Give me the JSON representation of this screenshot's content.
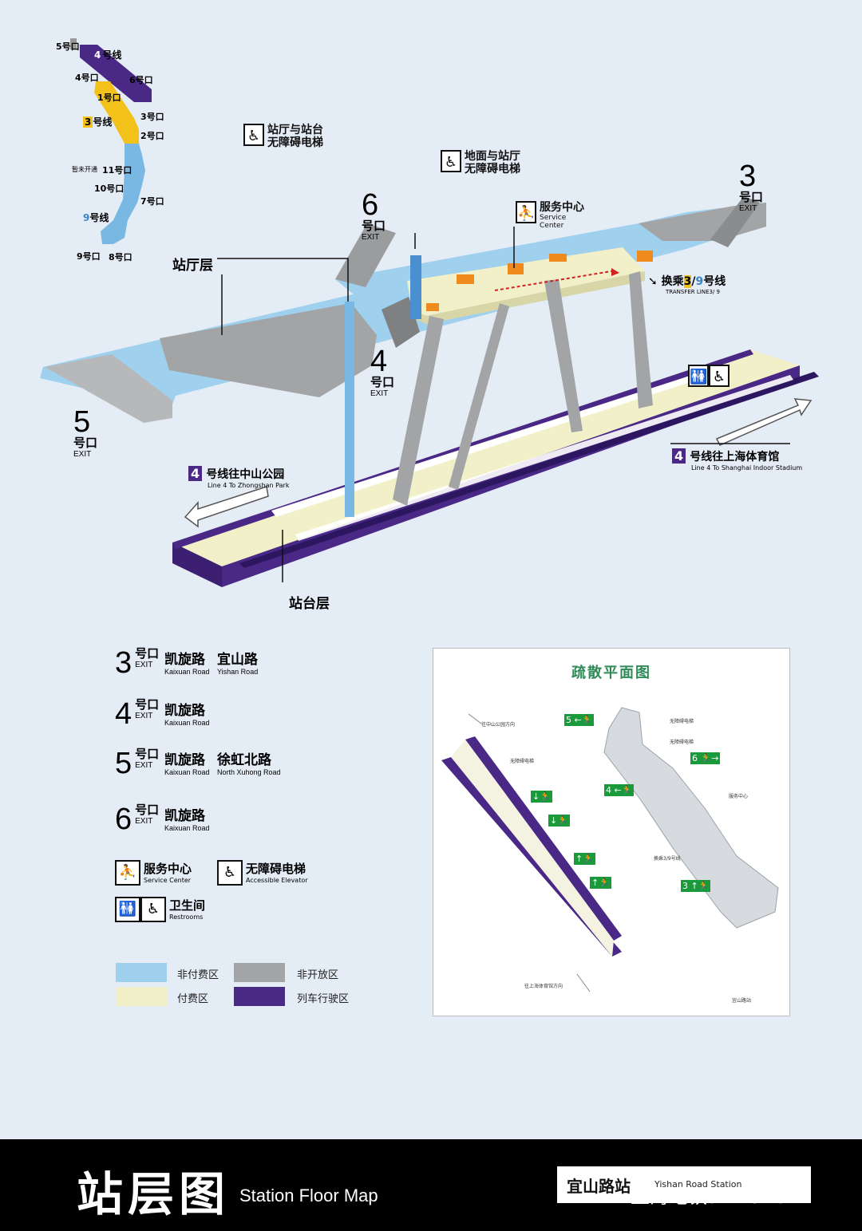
{
  "mini_map": {
    "lines": [
      {
        "num": "4",
        "label": "号线",
        "color": "#4a2886"
      },
      {
        "num": "3",
        "label": "号线",
        "color": "#f2c21a"
      },
      {
        "num": "9",
        "label": "号线",
        "color": "#7ab8e4"
      }
    ],
    "exits": [
      "5号口",
      "4号口",
      "6号口",
      "1号口",
      "3号口",
      "2号口",
      "11号口",
      "10号口",
      "7号口",
      "9号口",
      "8号口"
    ],
    "not_open": "暂未开通"
  },
  "callouts": {
    "hall_platform_elevator": "站厅与站台\n无障碍电梯",
    "ground_hall_elevator": "地面与站厅\n无障碍电梯",
    "service_center_cn": "服务中心",
    "service_center_en": "Service Center",
    "hall_level": "站厅层",
    "platform_level": "站台层",
    "transfer_cn_prefix": "换乘",
    "transfer_num_a": "3",
    "transfer_sep": "/",
    "transfer_num_b": "9",
    "transfer_cn_suffix": "号线",
    "transfer_en": "TRANSFER LINE3/ 9"
  },
  "exits3d": [
    {
      "num": "3",
      "label": "号口",
      "en": "EXIT"
    },
    {
      "num": "6",
      "label": "号口",
      "en": "EXIT"
    },
    {
      "num": "4",
      "label": "号口",
      "en": "EXIT"
    },
    {
      "num": "5",
      "label": "号口",
      "en": "EXIT"
    }
  ],
  "directions": {
    "west_num": "4",
    "west_cn": "号线往中山公园",
    "west_en": "Line 4   To Zhongshan Park",
    "east_num": "4",
    "east_cn": "号线往上海体育馆",
    "east_en": "Line 4   To Shanghai Indoor Stadium"
  },
  "legend_exits": [
    {
      "num": "3",
      "label": "号口",
      "en": "EXIT",
      "roads": [
        {
          "cn": "凯旋路",
          "en": "Kaixuan Road"
        },
        {
          "cn": "宜山路",
          "en": "Yishan Road"
        }
      ]
    },
    {
      "num": "4",
      "label": "号口",
      "en": "EXIT",
      "roads": [
        {
          "cn": "凯旋路",
          "en": "Kaixuan Road"
        }
      ]
    },
    {
      "num": "5",
      "label": "号口",
      "en": "EXIT",
      "roads": [
        {
          "cn": "凯旋路",
          "en": "Kaixuan Road"
        },
        {
          "cn": "徐虹北路",
          "en": "North Xuhong Road"
        }
      ]
    },
    {
      "num": "6",
      "label": "号口",
      "en": "EXIT",
      "roads": [
        {
          "cn": "凯旋路",
          "en": "Kaixuan Road"
        }
      ]
    }
  ],
  "legend_icons": {
    "service_cn": "服务中心",
    "service_en": "Service Center",
    "elevator_cn": "无障碍电梯",
    "elevator_en": "Accessible  Elevator",
    "restroom_cn": "卫生间",
    "restroom_en": "Restrooms"
  },
  "zones": [
    {
      "label": "非付费区",
      "color": "#9fd0ee"
    },
    {
      "label": "非开放区",
      "color": "#a2a4a6"
    },
    {
      "label": "付费区",
      "color": "#f1f0c8"
    },
    {
      "label": "列车行驶区",
      "color": "#4a2886"
    }
  ],
  "evac": {
    "title": "疏散平面图",
    "to_zhongshan": "往中山公园方向",
    "to_stadium": "往上海体育馆方向",
    "elevator": "无障碍电梯",
    "service": "服务中心",
    "transfer": "换乘3/9号线",
    "exits": [
      "5",
      "6",
      "4",
      "3"
    ],
    "station": "宜山路站"
  },
  "footer": {
    "title_cn": "站层图",
    "title_en": "Station Floor Map",
    "station_cn": "宜山路站",
    "station_en": "Yishan Road Station",
    "watermark": "上海地铁shmetro"
  },
  "colors": {
    "unpaid": "#9fd0ee",
    "paid": "#f1f0c8",
    "closed": "#a2a4a6",
    "track": "#4a2886",
    "line3": "#f2c21a",
    "line9": "#7ab8e4",
    "evac_green": "#1a9a3a"
  }
}
